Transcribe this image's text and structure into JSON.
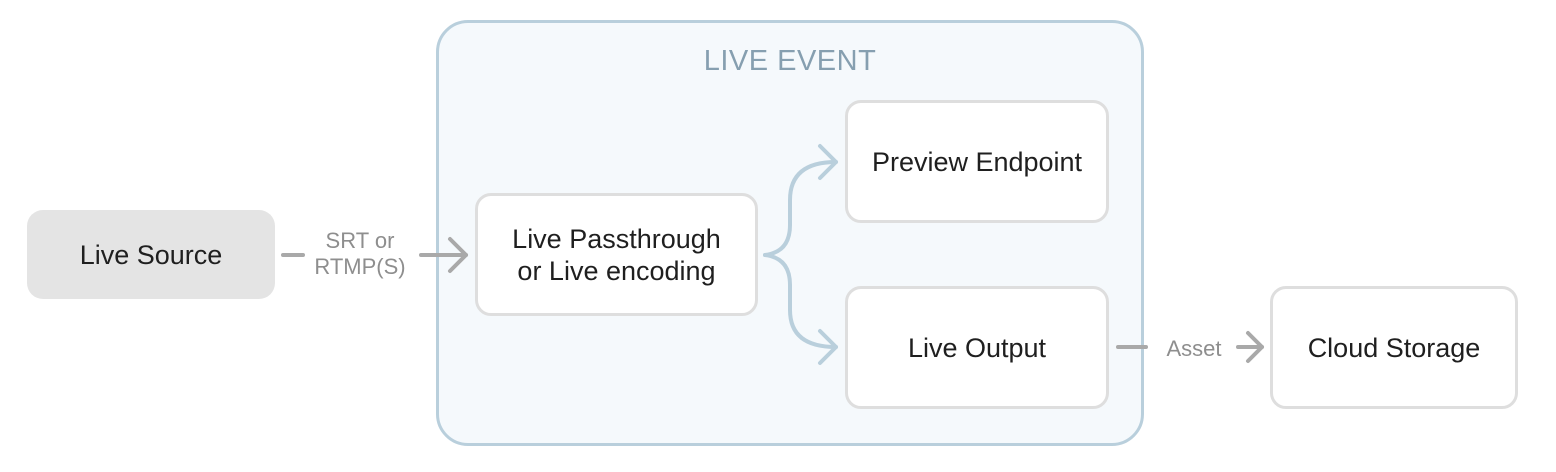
{
  "container": {
    "title": "LIVE EVENT"
  },
  "nodes": {
    "source": "Live Source",
    "passthrough_line1": "Live Passthrough",
    "passthrough_line2": "or Live encoding",
    "preview": "Preview Endpoint",
    "output": "Live Output",
    "storage": "Cloud Storage"
  },
  "edges": {
    "protocol_line1": "SRT or",
    "protocol_line2": "RTMP(S)",
    "asset": "Asset"
  },
  "colors": {
    "container_border": "#b9cfdc",
    "container_fill": "#f5f9fc",
    "branch_arrow": "#b9cfdc",
    "gray_arrow": "#a9a9a9"
  }
}
